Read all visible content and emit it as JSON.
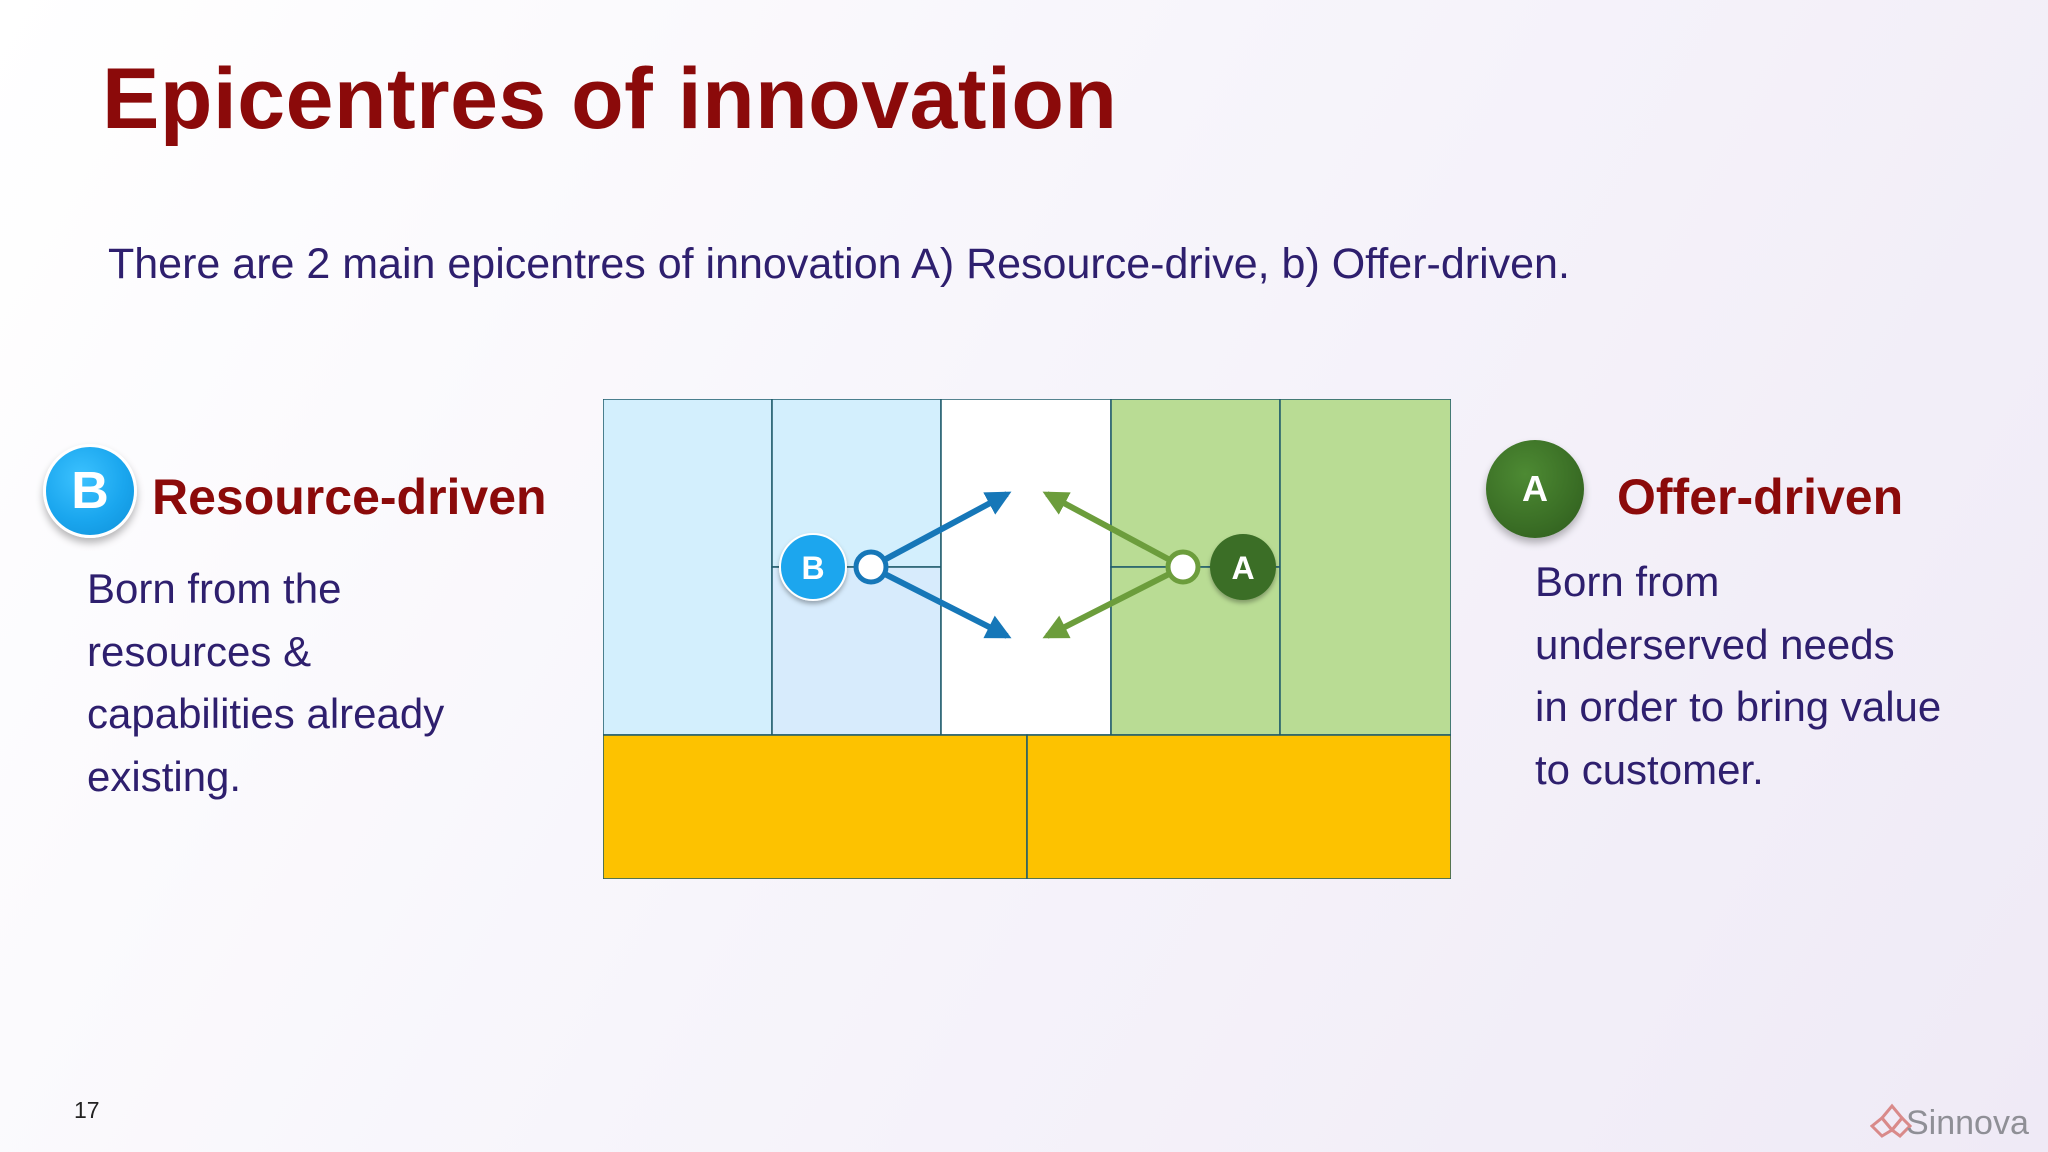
{
  "slide": {
    "title": "Epicentres of innovation",
    "subtitle": "There are 2 main epicentres of innovation A) Resource-drive, b) Offer-driven.",
    "page_number": "17"
  },
  "resource_driven": {
    "badge": "B",
    "heading": "Resource-driven",
    "lines": [
      "Born from the",
      "resources &",
      "capabilities already",
      "existing."
    ]
  },
  "offer_driven": {
    "badge": "A",
    "heading": "Offer-driven",
    "lines": [
      "Born from",
      "underserved needs",
      "in order to bring value",
      "to customer."
    ]
  },
  "diagram": {
    "marker_b": "B",
    "marker_a": "A",
    "colors": {
      "light_blue": "#d3effd",
      "mid_blue": "#d7ebfc",
      "white": "#ffffff",
      "green": "#b9dc94",
      "yellow": "#fdc200",
      "blue_arrow": "#1677b8",
      "green_arrow": "#6c9d3c",
      "border": "#1d5a6a"
    }
  },
  "logo": {
    "text": "Sinnova",
    "icon": "sinnova-logo-icon"
  }
}
